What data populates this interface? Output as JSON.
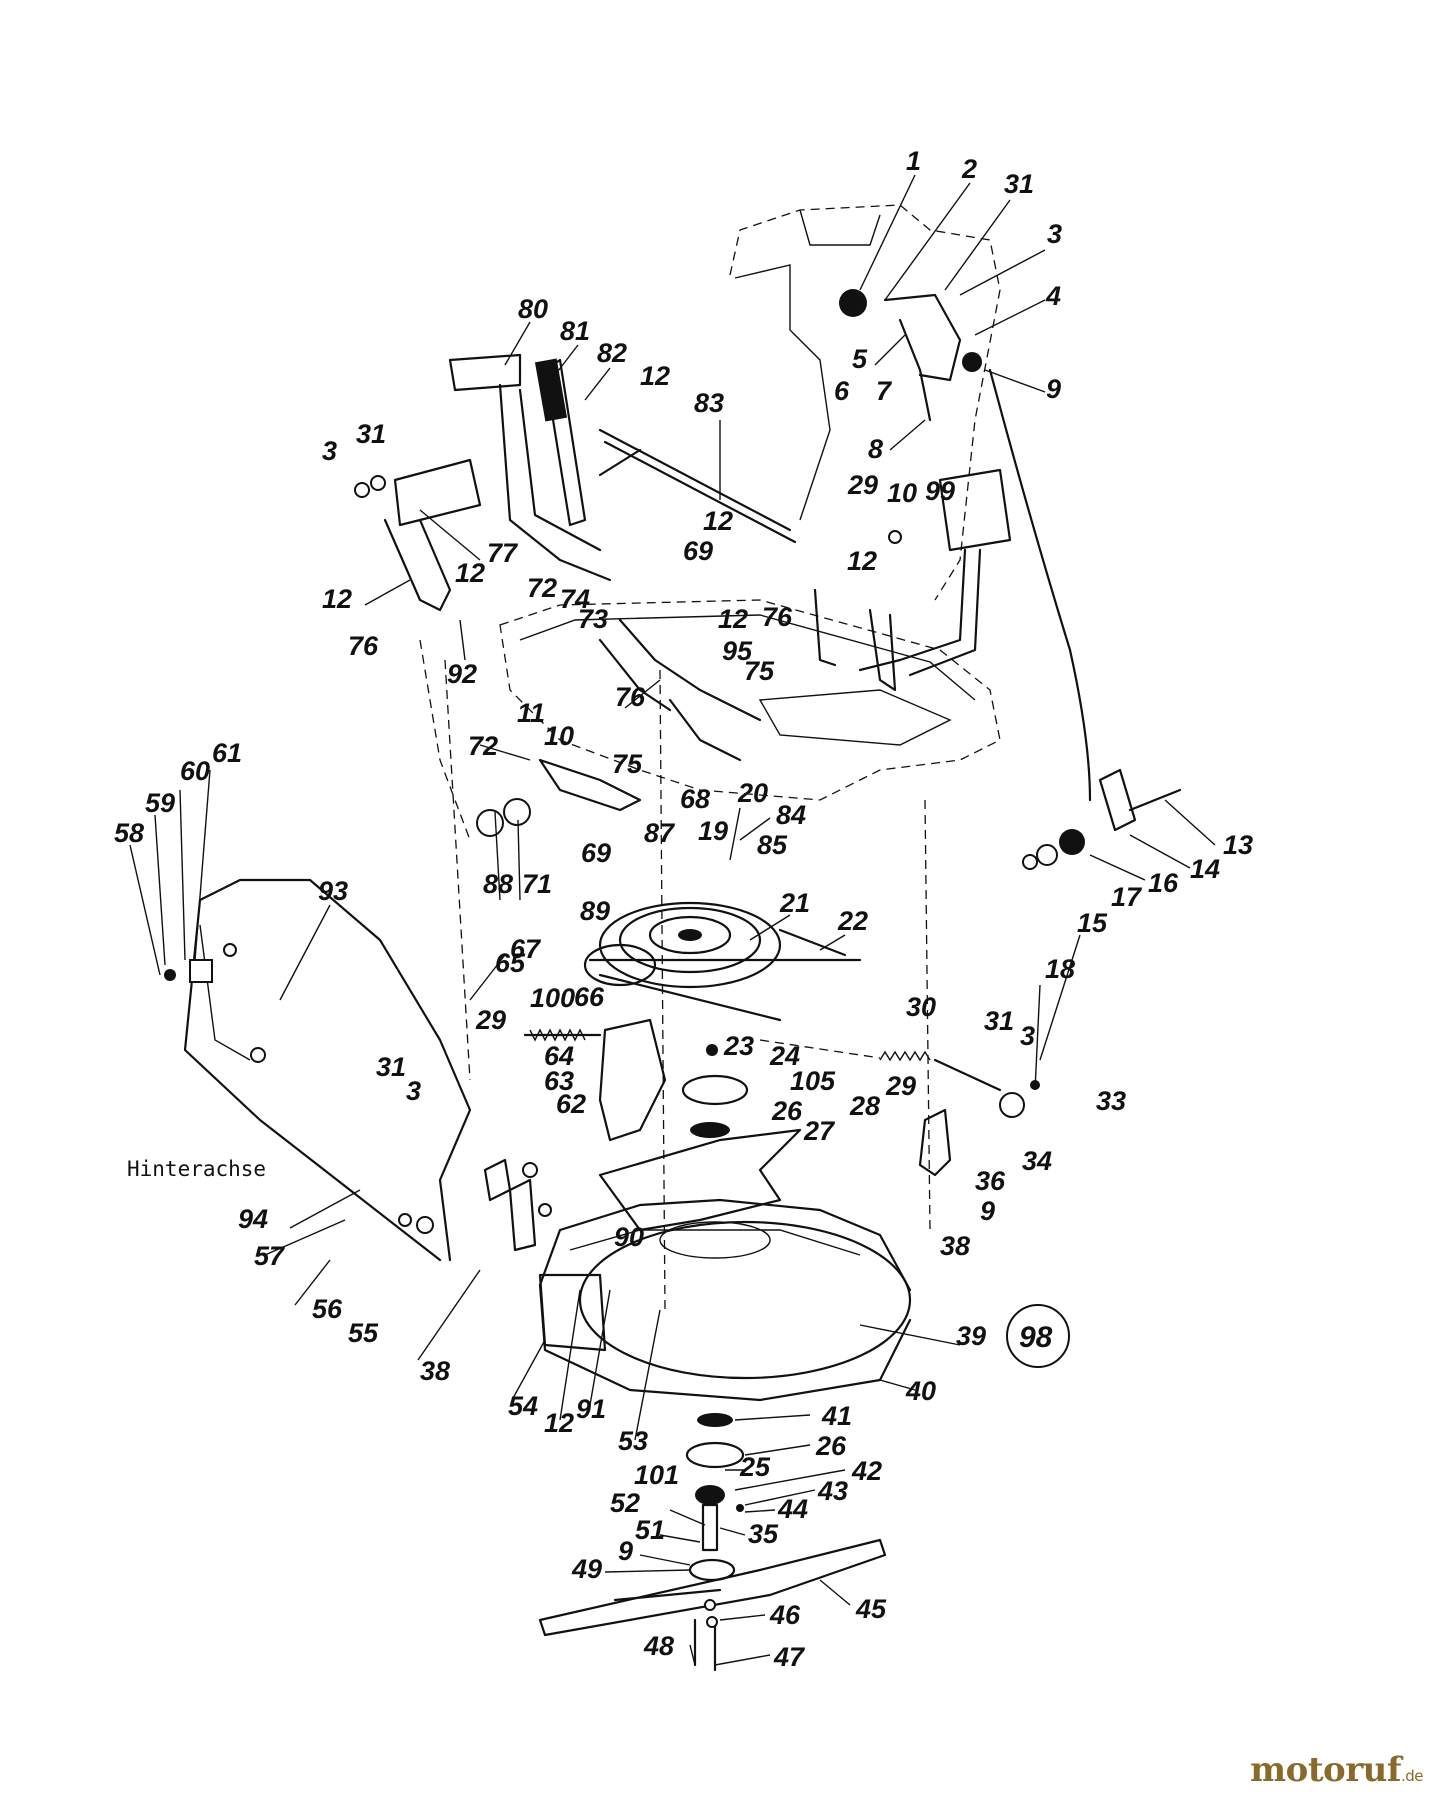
{
  "diagram": {
    "part_numbers": [
      "1",
      "2",
      "31",
      "3",
      "4",
      "5",
      "6",
      "7",
      "9",
      "8",
      "80",
      "81",
      "82",
      "12",
      "83",
      "3",
      "31",
      "29",
      "10",
      "99",
      "12",
      "77",
      "69",
      "12",
      "12",
      "12",
      "72",
      "74",
      "73",
      "12",
      "76",
      "76",
      "92",
      "95",
      "75",
      "11",
      "10",
      "76",
      "72",
      "75",
      "69",
      "68",
      "87",
      "20",
      "84",
      "19",
      "85",
      "13",
      "14",
      "16",
      "17",
      "15",
      "18",
      "61",
      "60",
      "59",
      "58",
      "93",
      "65",
      "88",
      "71",
      "89",
      "21",
      "22",
      "67",
      "100",
      "66",
      "64",
      "63",
      "62",
      "23",
      "24",
      "105",
      "26",
      "30",
      "29",
      "28",
      "31",
      "3",
      "33",
      "36",
      "34",
      "9",
      "38",
      "27",
      "29",
      "31",
      "3",
      "94",
      "57",
      "56",
      "55",
      "38",
      "90",
      "39",
      "40",
      "54",
      "12",
      "91",
      "53",
      "98",
      "41",
      "26",
      "25",
      "101",
      "42",
      "43",
      "44",
      "52",
      "35",
      "51",
      "9",
      "49",
      "45",
      "46",
      "48",
      "47"
    ],
    "annotation": "Hinterachse",
    "circled_label": "98"
  },
  "watermark": {
    "brand": "motoruf",
    "domain": ".de",
    "colors": [
      "#8a6a2a"
    ]
  }
}
